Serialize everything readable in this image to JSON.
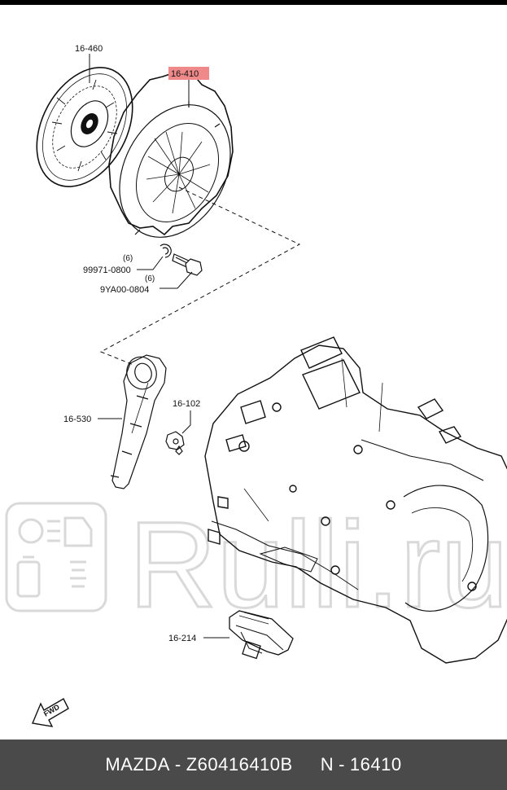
{
  "callouts": {
    "clutch_disc": "16-460",
    "pressure_plate": "16-410",
    "washer": "99971-0800",
    "washer_qty": "(6)",
    "bolt": "9YA00-0804",
    "bolt_qty": "(6)",
    "release_fork": "16-530",
    "fork_pivot": "16-102",
    "mount": "16-214"
  },
  "fwd_label": "FWD",
  "watermark": {
    "text": "Rulli.ru"
  },
  "footer": {
    "brand": "MAZDA",
    "dash1": "-",
    "part_number": "Z60416410B",
    "ref_prefix": "N",
    "dash2": "-",
    "ref_number": "16410"
  },
  "colors": {
    "highlight": "#f08a8a",
    "footer_bg": "#4a4a4a",
    "line": "#111111",
    "watermark": "#d9d9d9"
  }
}
